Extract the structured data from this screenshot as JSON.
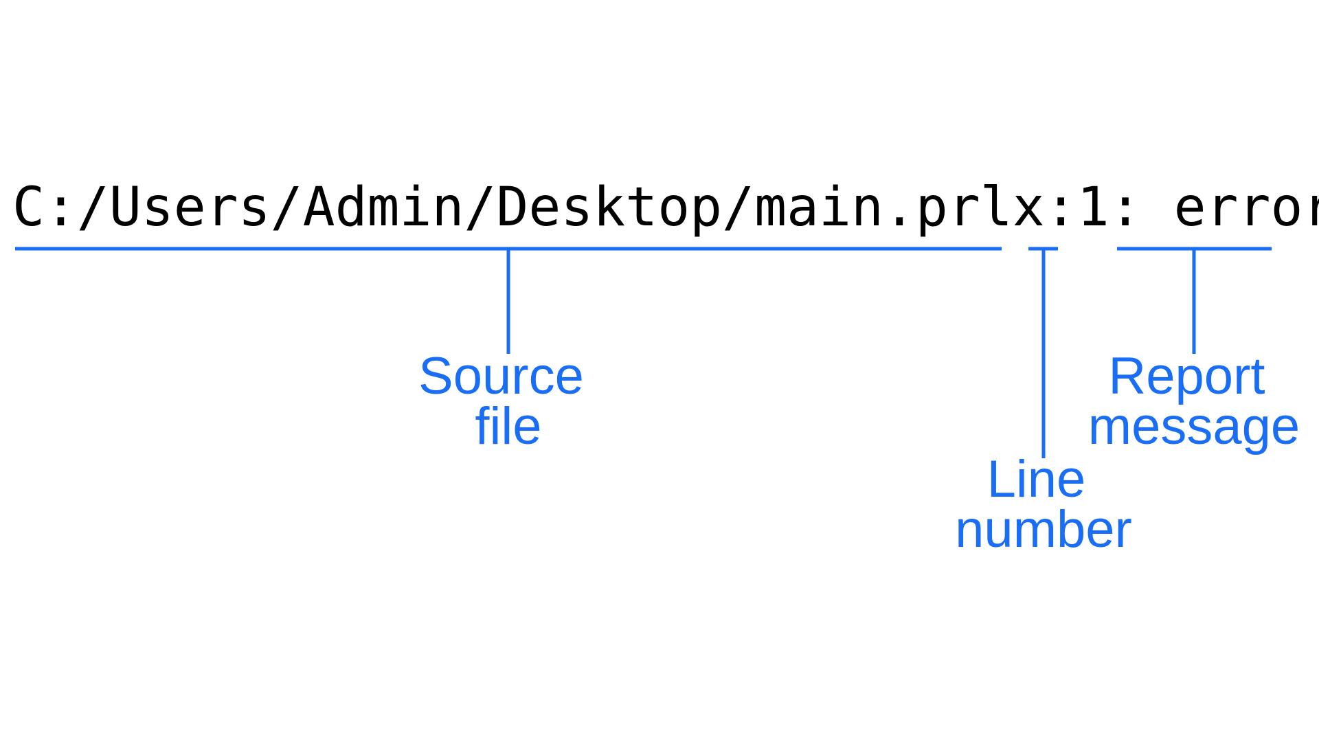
{
  "code_line": {
    "path": "C:/Users/Admin/Desktop/main.prlx",
    "sep1": ":",
    "line": "1",
    "sep2": ": ",
    "message": "error"
  },
  "labels": {
    "source_file": {
      "line1": "Source",
      "line2": "file"
    },
    "line_number": {
      "line1": "Line",
      "line2": "number"
    },
    "report_message": {
      "line1": "Report",
      "line2": "message"
    }
  },
  "colors": {
    "annotation": "#1a6ef5",
    "code": "#000000"
  }
}
